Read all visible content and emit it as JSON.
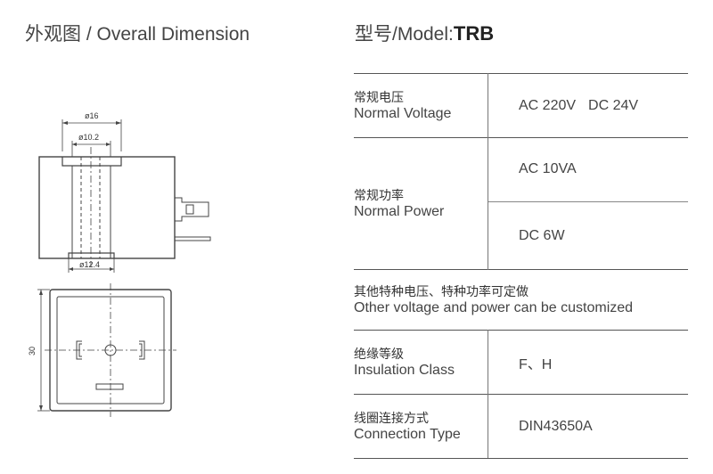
{
  "header": {
    "left_title": "外观图 / Overall Dimension",
    "right_title_prefix": "型号/Model:",
    "right_title_model": "TRB"
  },
  "drawing": {
    "dim_outer_diameter": "ø16",
    "dim_inner_diameter": "ø10.2",
    "dim_bottom_diameter": "ø12.4",
    "dim_height": "30"
  },
  "specs": {
    "normal_voltage": {
      "label_cn": "常规电压",
      "label_en": "Normal Voltage",
      "values": [
        "AC 220V",
        "DC 24V"
      ]
    },
    "normal_power": {
      "label_cn": "常规功率",
      "label_en": "Normal Power",
      "value_ac": "AC 10VA",
      "value_dc": "DC 6W"
    },
    "custom_note": {
      "text_cn": "其他特种电压、特种功率可定做",
      "text_en": "Other voltage and power can be customized"
    },
    "insulation": {
      "label_cn": "绝缘等级",
      "label_en": "Insulation Class",
      "value": "F、H"
    },
    "connection": {
      "label_cn": "线圈连接方式",
      "label_en": "Connection Type",
      "value": "DIN43650A"
    }
  }
}
